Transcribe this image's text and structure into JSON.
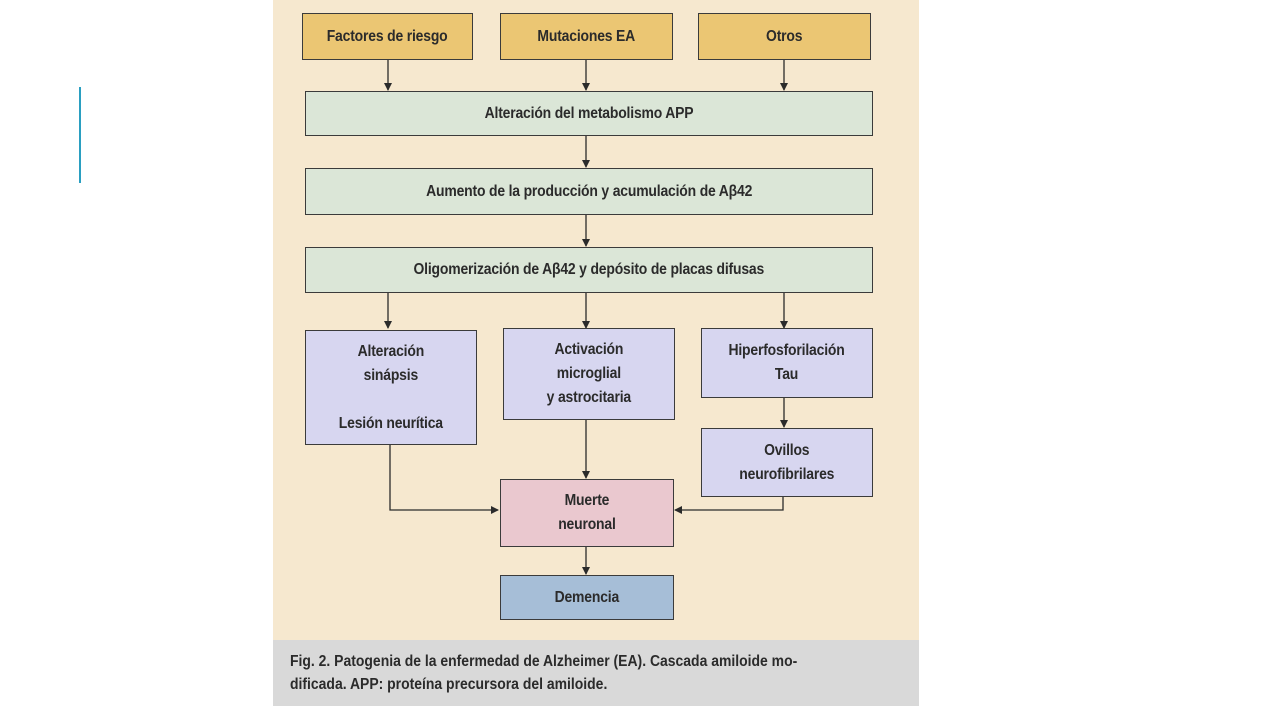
{
  "diagram": {
    "nodes": {
      "risk": "Factores de riesgo",
      "mutations": "Mutaciones EA",
      "others": "Otros",
      "app": "Alteración del metabolismo APP",
      "production": "Aumento de la producción y acumulación de Aβ42",
      "oligomer": "Oligomerización de Aβ42 y depósito de placas difusas",
      "synapse": "Alteración\nsinápsis\n\nLesión neurítica",
      "microglial": "Activación\nmicroglial\ny astrocitaria",
      "tau": "Hiperfosforilación\nTau",
      "tangles": "Ovillos\nneurofibrilares",
      "death": "Muerte\nneuronal",
      "dementia": "Demencia"
    },
    "edges": [
      [
        "risk",
        "app"
      ],
      [
        "mutations",
        "app"
      ],
      [
        "others",
        "app"
      ],
      [
        "app",
        "production"
      ],
      [
        "production",
        "oligomer"
      ],
      [
        "oligomer",
        "synapse"
      ],
      [
        "oligomer",
        "microglial"
      ],
      [
        "oligomer",
        "tau"
      ],
      [
        "tau",
        "tangles"
      ],
      [
        "synapse",
        "death"
      ],
      [
        "microglial",
        "death"
      ],
      [
        "tangles",
        "death"
      ],
      [
        "death",
        "dementia"
      ]
    ],
    "colors": {
      "background": "#f6e8cf",
      "inputs": "#ebc673",
      "cascade": "#dbe6d7",
      "effects": "#d7d6f0",
      "death": "#eac8cf",
      "dementia": "#a6bed7",
      "caption_band": "#d9d9d9",
      "accent_line": "#2a9fc1"
    }
  },
  "caption": {
    "line1": "Fig. 2. Patogenia de la enfermedad de Alzheimer (EA). Cascada amiloide mo-",
    "line2": "dificada. APP: proteína precursora del amiloide."
  }
}
